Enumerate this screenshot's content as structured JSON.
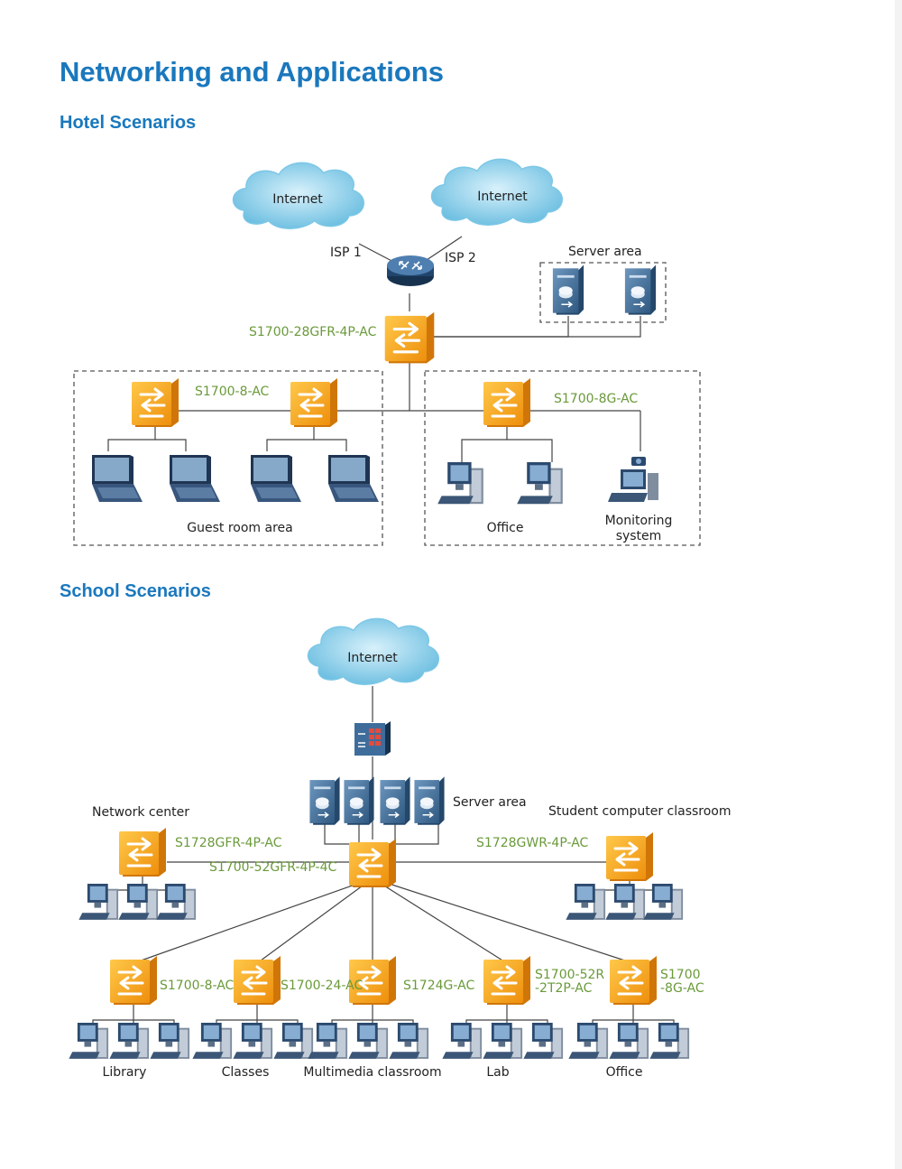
{
  "page": {
    "title": "Networking and Applications",
    "hotel_heading": "Hotel Scenarios",
    "school_heading": "School Scenarios"
  },
  "colors": {
    "heading": "#1a78bd",
    "model_label": "#6a9a3a",
    "switch": "#f5a623",
    "server": "#3c6a96"
  },
  "hotel": {
    "internet1": "Internet",
    "internet2": "Internet",
    "isp1": "ISP 1",
    "isp2": "ISP 2",
    "server_area": "Server area",
    "core_switch": "S1700-28GFR-4P-AC",
    "guest_switch": "S1700-8-AC",
    "office_switch": "S1700-8G-AC",
    "guest_area": "Guest room area",
    "office": "Office",
    "monitoring": [
      "Monitoring",
      "system"
    ]
  },
  "school": {
    "internet": "Internet",
    "server_area": "Server area",
    "network_center": "Network center",
    "student_classroom": "Student computer classroom",
    "center_switch": "S1728GFR-4P-AC",
    "core_switch": "S1700-52GFR-4P-4C",
    "student_switch": "S1728GWR-4P-AC",
    "branch_models": [
      "S1700-8-AC",
      "S1700-24-AC",
      "S1724G-AC",
      "S1700-52R\n-2T2P-AC",
      "S1700\n-8G-AC"
    ],
    "branch_areas": [
      "Library",
      "Classes",
      "Multimedia classroom",
      "Lab",
      "Office"
    ]
  }
}
